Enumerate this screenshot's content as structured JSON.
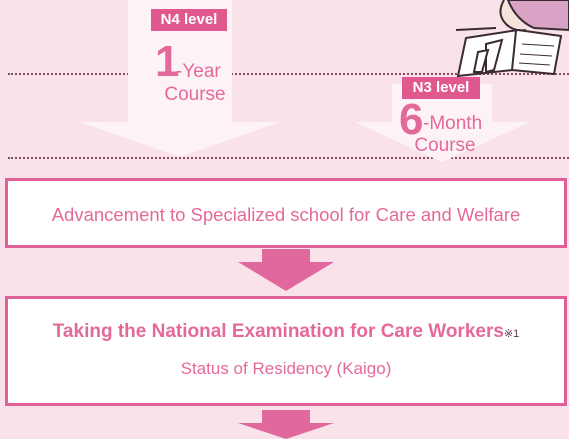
{
  "course_one": {
    "level": "N4 level",
    "number": "1",
    "duration": "-Year",
    "course": "Course"
  },
  "course_two": {
    "level": "N3 level",
    "number": "6",
    "duration": "-Month",
    "course": "Course"
  },
  "step_one": {
    "text": "Advancement to Specialized school for Care and Welfare"
  },
  "step_two": {
    "title": "Taking the National Examination for Care Workers",
    "footnote": "※1",
    "subtitle": "Status of Residency (Kaigo)"
  },
  "colors": {
    "background": "#f9e2ea",
    "accent": "#e1588f",
    "arrow_light": "#fdf3f6",
    "box_border": "#df6198"
  }
}
